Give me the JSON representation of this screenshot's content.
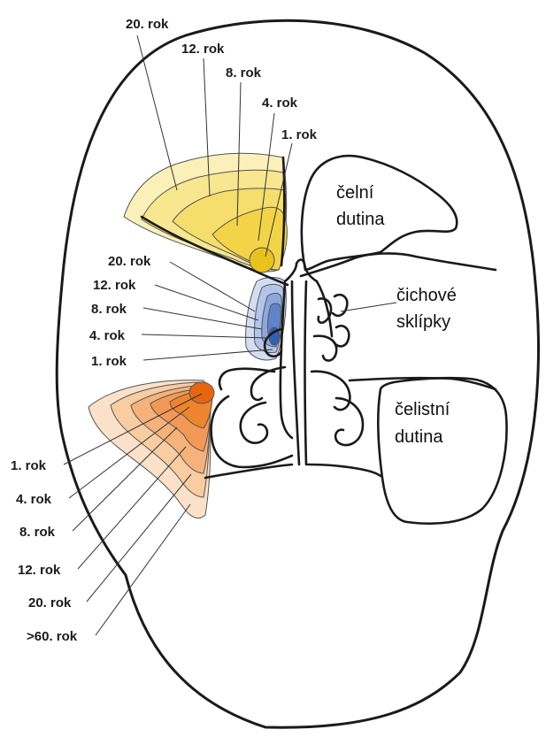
{
  "frontal": {
    "color": "#f2d34a",
    "stages": [
      "20. rok",
      "12. rok",
      "8. rok",
      "4. rok",
      "1. rok"
    ]
  },
  "ethmoid": {
    "color": "#3f6fc4",
    "stages": [
      "20. rok",
      "12. rok",
      "8. rok",
      "4. rok",
      "1. rok"
    ]
  },
  "maxillary": {
    "color": "#ef7f2a",
    "stages": [
      "1. rok",
      "4. rok",
      "8. rok",
      "12. rok",
      "20. rok",
      ">60. rok"
    ]
  },
  "structures": {
    "frontal_line1": "čelní",
    "frontal_line2": "dutina",
    "ethmoid_line1": "čichové",
    "ethmoid_line2": "sklípky",
    "maxillary_line1": "čelistní",
    "maxillary_line2": "dutina"
  }
}
